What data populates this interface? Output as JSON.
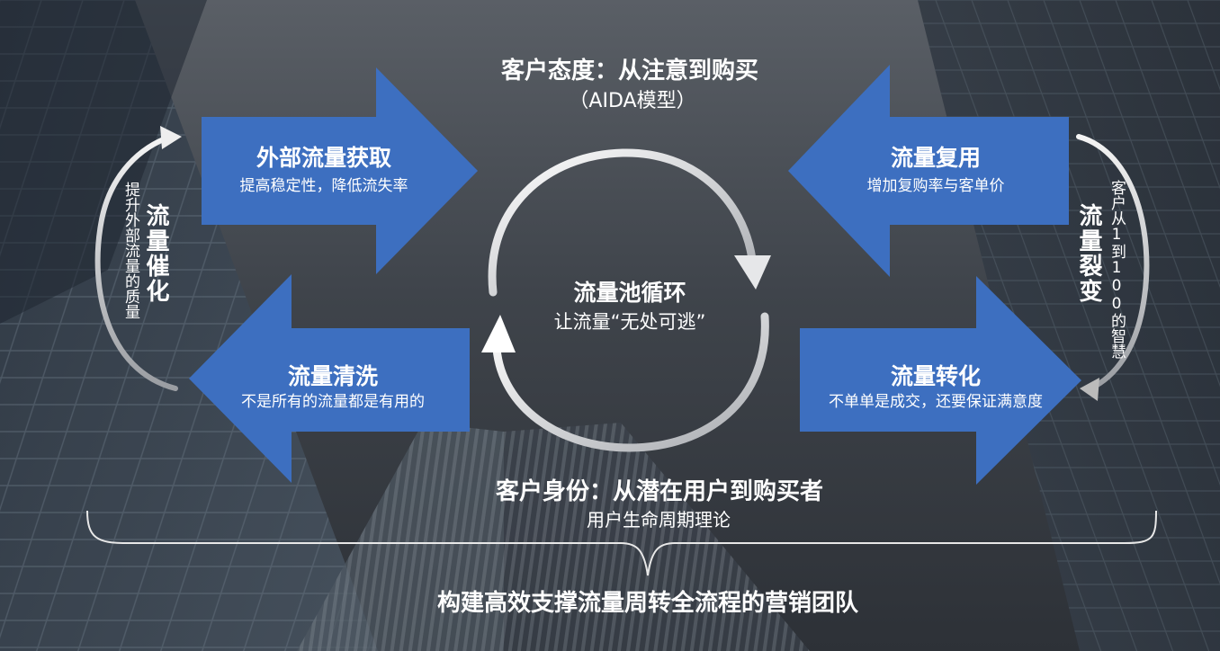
{
  "top": {
    "title": "客户态度：从注意到购买",
    "subtitle": "（AIDA模型）"
  },
  "center": {
    "title": "流量池循环",
    "subtitle": "让流量“无处可逃”"
  },
  "arrows": {
    "external": {
      "title": "外部流量获取",
      "subtitle": "提高稳定性，降低流失率"
    },
    "reuse": {
      "title": "流量复用",
      "subtitle": "增加复购率与客单价"
    },
    "clean": {
      "title": "流量清洗",
      "subtitle": "不是所有的流量都是有用的"
    },
    "convert": {
      "title": "流量转化",
      "subtitle": "不单单是成交，还要保证满意度"
    }
  },
  "left_side": {
    "title": "流量催化",
    "subtitle": "提升外部流量的质量"
  },
  "right_side": {
    "title": "流量裂变",
    "subtitle": "客户从1到100的智慧"
  },
  "bottom": {
    "title": "客户身份：从潜在用户到购买者",
    "subtitle": "用户生命周期理论",
    "footer": "构建高效支撑流量周转全流程的营销团队"
  },
  "colors": {
    "arrow_blue": "#3d6fc0",
    "background": "#3a3f47",
    "text": "#ffffff"
  }
}
